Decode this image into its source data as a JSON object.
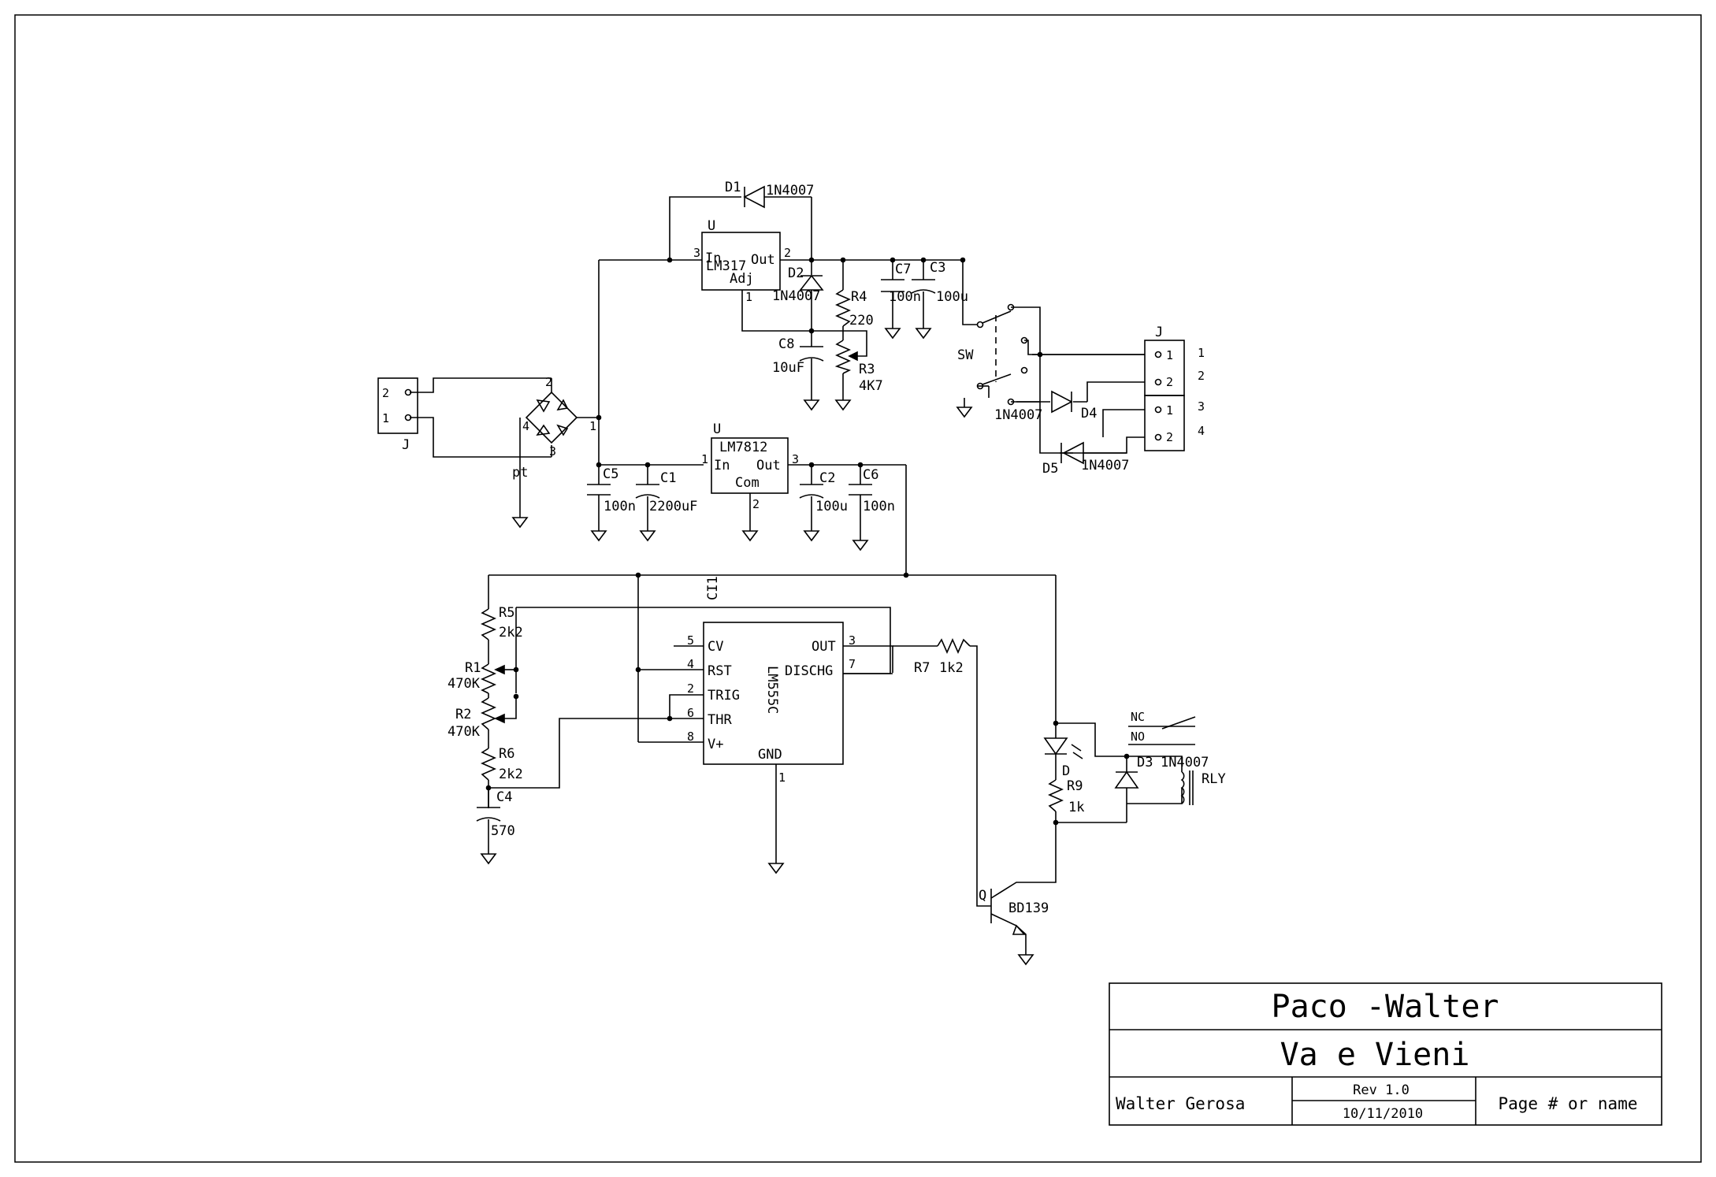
{
  "title_block": {
    "title": "Paco -Walter",
    "subtitle": "Va e Vieni",
    "author": "Walter Gerosa",
    "revision": "Rev 1.0",
    "date": "10/11/2010",
    "page": "Page # or name"
  },
  "labels": {
    "D1": "D1",
    "D1_val": "1N4007",
    "D2": "D2",
    "D2_val": "1N4007",
    "D3": "D3",
    "D3_val": "1N4007",
    "D4": "D4",
    "D4_val": "1N4007",
    "D5": "D5",
    "D5_val": "1N4007",
    "U1": "U",
    "U1_name": "LM317",
    "U1_in": "In",
    "U1_out": "Out",
    "U1_adj": "Adj",
    "U2": "U",
    "U2_name": "LM7812",
    "U2_in": "In",
    "U2_out": "Out",
    "U2_com": "Com",
    "C1": "C1",
    "C1_val": "2200uF",
    "C2": "C2",
    "C2_val": "100u",
    "C3": "C3",
    "C3_val": "100u",
    "C4": "C4",
    "C4_val": "570",
    "C5": "C5",
    "C5_val": "100n",
    "C6": "C6",
    "C6_val": "100n",
    "C7": "C7",
    "C7_val": "100n",
    "C8": "C8",
    "C8_val": "10uF",
    "R1": "R1",
    "R1_val": "470K",
    "R2": "R2",
    "R2_val": "470K",
    "R3": "R3",
    "R3_val": "4K7",
    "R4": "R4",
    "R4_val": "220",
    "R5": "R5",
    "R5_val": "2k2",
    "R6": "R6",
    "R6_val": "2k2",
    "R7": "R7",
    "R7_val": "1k2",
    "R9": "R9",
    "R9_val": "1k",
    "SW": "SW",
    "J_in": "J",
    "J_out": "J",
    "pt": "pt",
    "CI1": "CI1",
    "ic555": "LM555C",
    "Q": "Q",
    "Q_val": "BD139",
    "LED": "D",
    "RLY": "RLY",
    "NC": "NC",
    "NO": "NO",
    "GND": "GND",
    "CV": "CV",
    "RST": "RST",
    "TRIG": "TRIG",
    "THR": "THR",
    "VPLUS": "V+",
    "OUT": "OUT",
    "DISCHG": "DISCHG"
  }
}
